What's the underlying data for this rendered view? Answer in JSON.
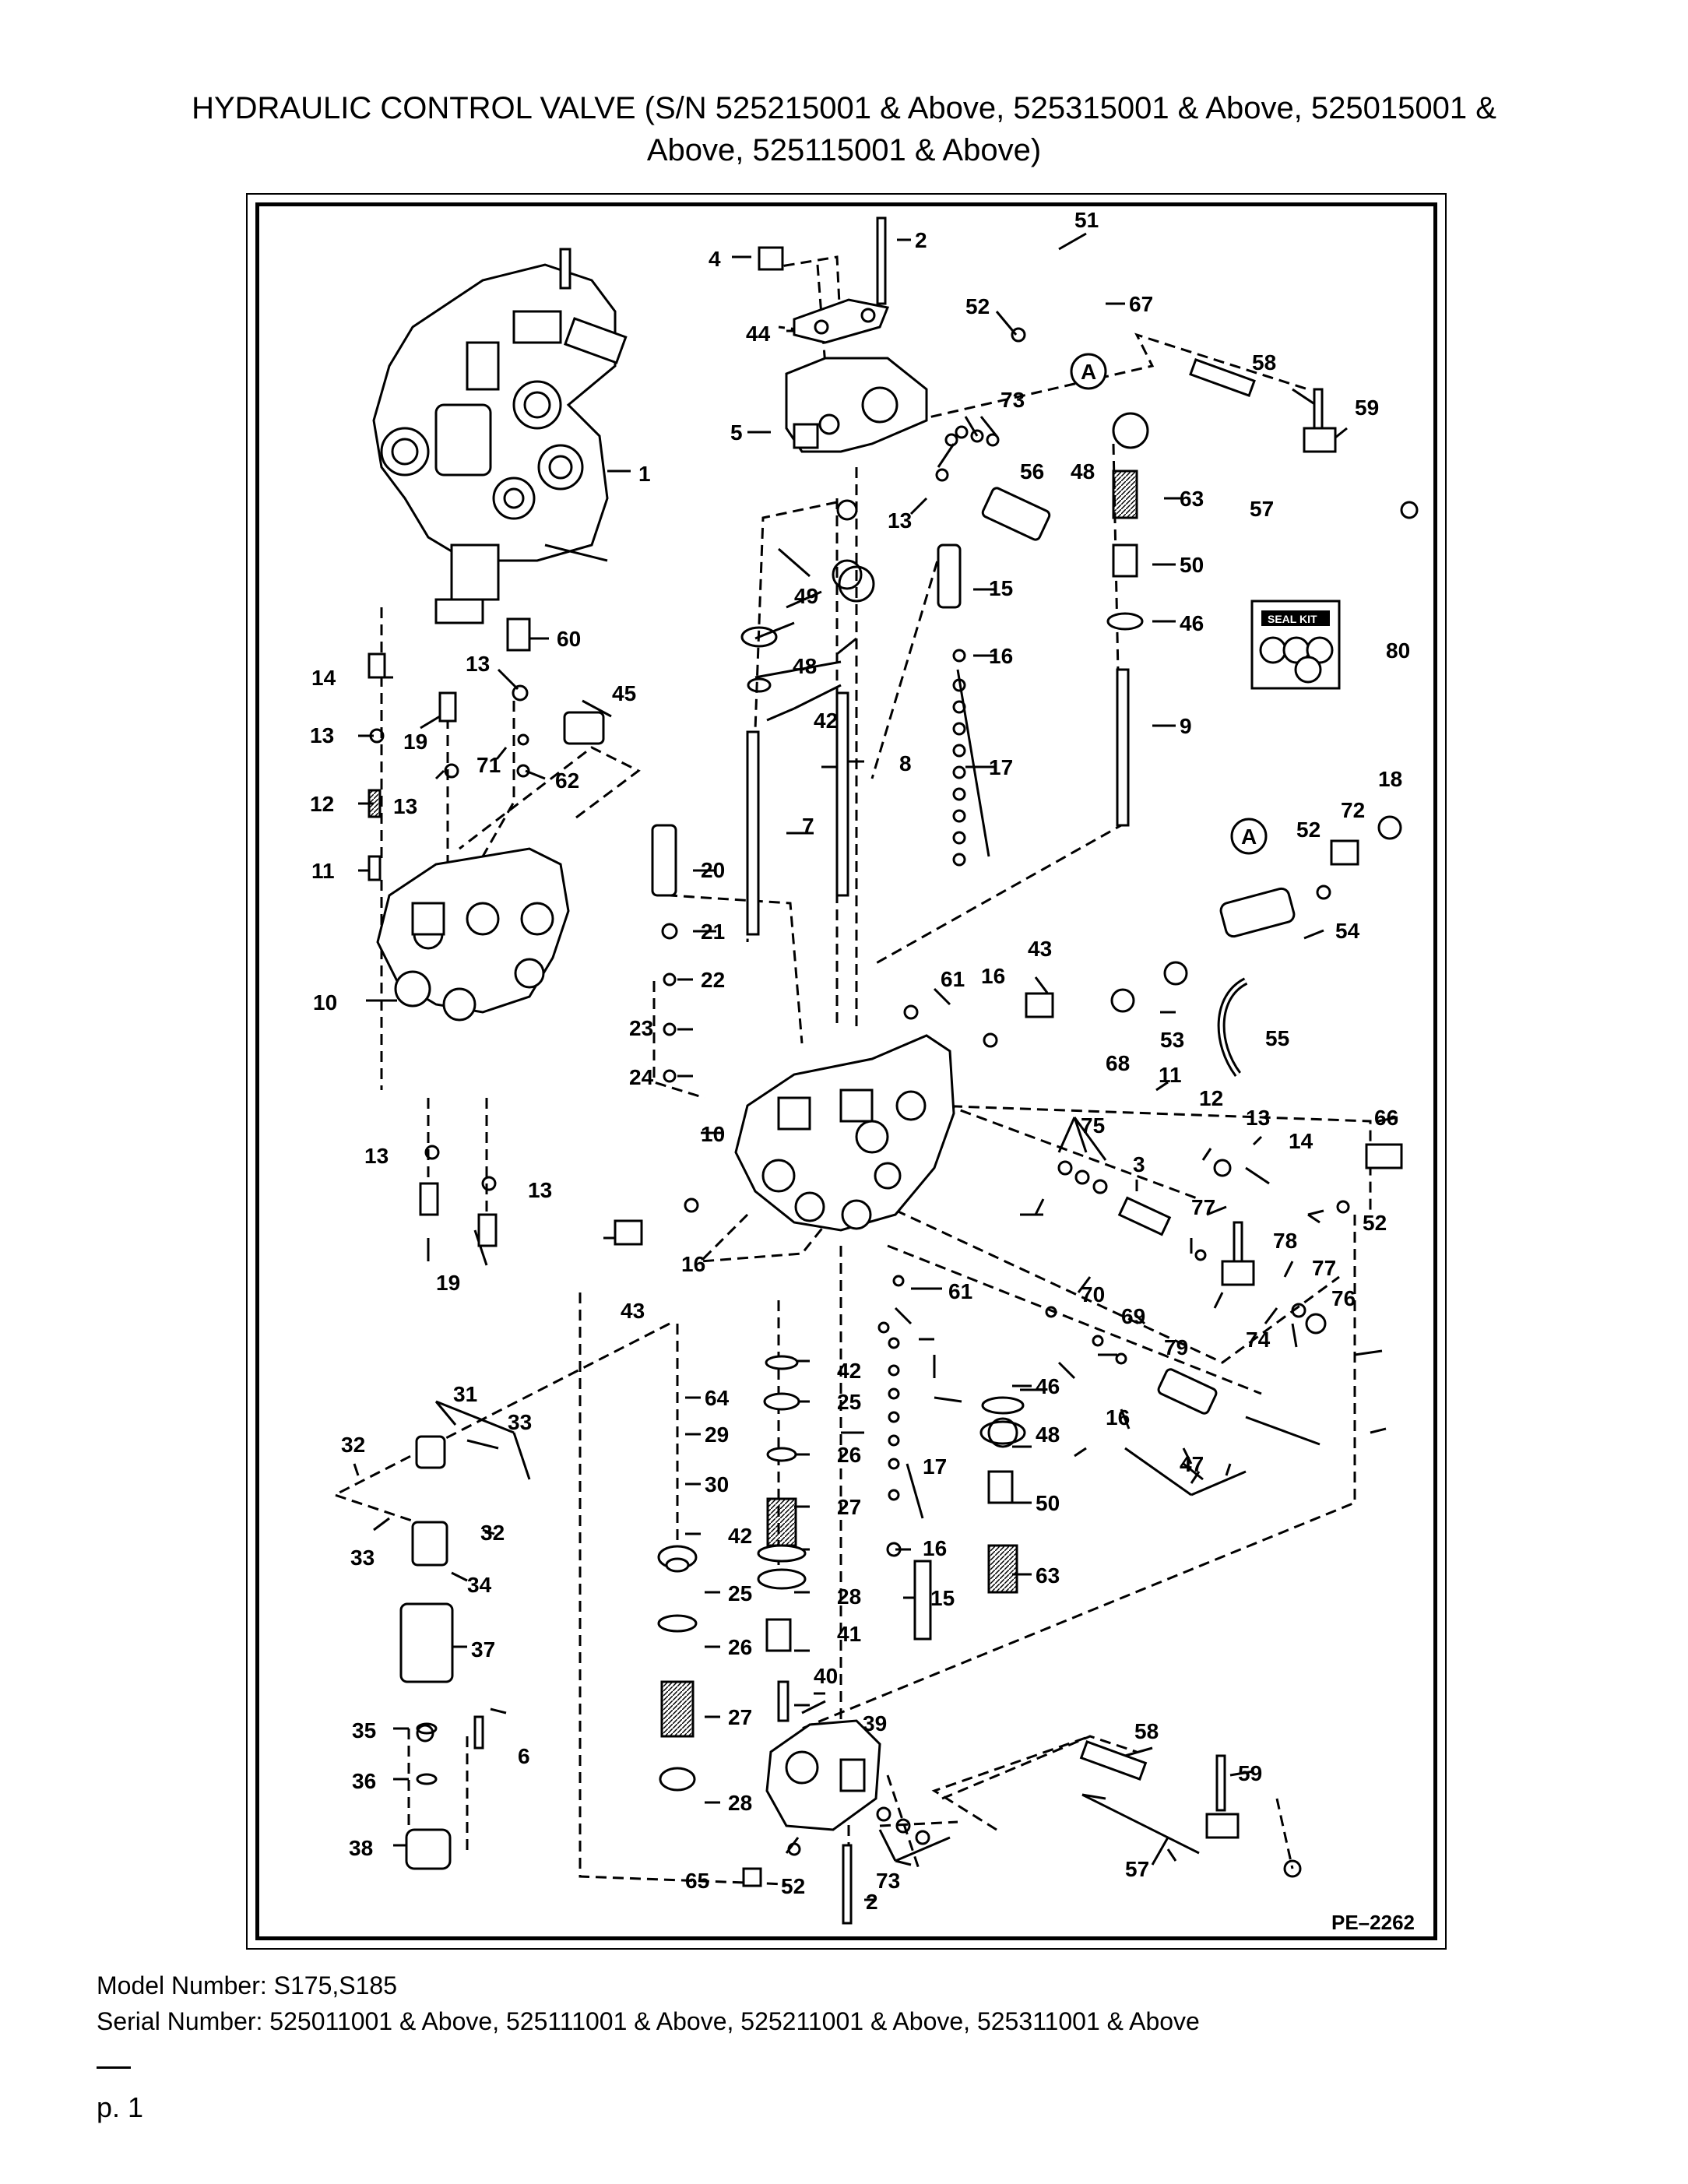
{
  "header": {
    "title_line1": "HYDRAULIC CONTROL VALVE (S/N 525215001 & Above, 525315001 & Above, 525015001 &",
    "title_line2": "Above, 525115001 & Above)"
  },
  "diagram": {
    "drawing_code": "PE–2262",
    "seal_kit_label": "SEAL KIT",
    "detail_marker": "A",
    "callouts": [
      "1",
      "2",
      "3",
      "4",
      "5",
      "6",
      "7",
      "8",
      "9",
      "10",
      "11",
      "12",
      "13",
      "14",
      "15",
      "16",
      "17",
      "18",
      "19",
      "20",
      "21",
      "22",
      "23",
      "24",
      "25",
      "26",
      "27",
      "28",
      "29",
      "30",
      "31",
      "32",
      "33",
      "34",
      "35",
      "36",
      "37",
      "38",
      "39",
      "40",
      "41",
      "42",
      "43",
      "44",
      "45",
      "46",
      "47",
      "48",
      "49",
      "50",
      "51",
      "52",
      "53",
      "54",
      "55",
      "56",
      "57",
      "58",
      "59",
      "60",
      "61",
      "62",
      "63",
      "64",
      "65",
      "66",
      "67",
      "68",
      "69",
      "70",
      "71",
      "72",
      "73",
      "74",
      "75",
      "76",
      "77",
      "78",
      "79",
      "80"
    ]
  },
  "footer": {
    "model_number": "Model Number: S175,S185",
    "serial_number": "Serial Number: 525011001 & Above, 525111001 & Above, 525211001 & Above, 525311001 & Above",
    "page": "p. 1"
  }
}
